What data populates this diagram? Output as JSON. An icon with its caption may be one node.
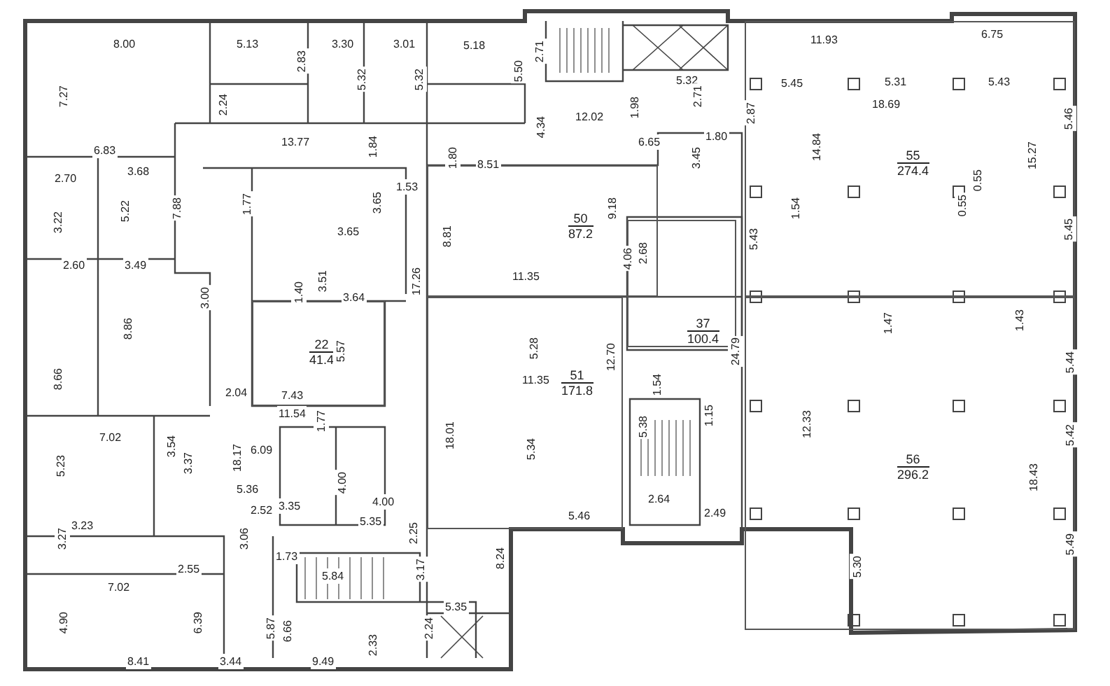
{
  "diagram": {
    "nodes": [
      {
        "text": [
          "50",
          "87.2"
        ]
      },
      {
        "text": [
          "51",
          "171.8"
        ]
      },
      {
        "text": [
          "55",
          "274.4"
        ]
      },
      {
        "text": [
          "56",
          "296.2"
        ]
      },
      {
        "text": [
          "22",
          "41.4"
        ]
      },
      {
        "text": [
          "37",
          "100.4"
        ]
      }
    ],
    "edges": [],
    "labels": [
      "8.00",
      "5.13",
      "2.83",
      "3.30",
      "3.01",
      "5.18",
      "5.32",
      "5.32",
      "5.50",
      "2.71",
      "7.27",
      "2.24",
      "12.02",
      "1.98",
      "5.32",
      "2.71",
      "4.34",
      "13.77",
      "1.84",
      "6.83",
      "1.80",
      "8.51",
      "6.65",
      "1.80",
      "3.45",
      "2.70",
      "3.68",
      "1.53",
      "7.88",
      "3.65",
      "3.65",
      "9.18",
      "8.81",
      "5.22",
      "3.22",
      "1.77",
      "4.06",
      "2.68",
      "2.60",
      "3.49",
      "3.51",
      "3.64",
      "1.40",
      "17.26",
      "11.35",
      "8.86",
      "8.66",
      "3.00",
      "5.57",
      "2.04",
      "7.43",
      "11.54",
      "1.77",
      "5.28",
      "11.35",
      "12.70",
      "24.79",
      "1.54",
      "1.15",
      "5.38",
      "7.02",
      "3.54",
      "3.37",
      "18.17",
      "6.09",
      "5.23",
      "4.00",
      "4.00",
      "5.36",
      "2.52",
      "3.35",
      "5.35",
      "5.34",
      "18.01",
      "3.23",
      "3.27",
      "3.06",
      "2.25",
      "2.55",
      "1.73",
      "3.17",
      "2.64",
      "5.46",
      "2.49",
      "8.24",
      "5.84",
      "7.02",
      "4.90",
      "6.39",
      "5.87",
      "6.66",
      "5.35",
      "2.24",
      "2.33",
      "8.41",
      "3.44",
      "9.49",
      "11.93",
      "6.75",
      "5.45",
      "5.31",
      "5.43",
      "18.69",
      "2.87",
      "14.84",
      "15.27",
      "5.46",
      "0.55",
      "1.54",
      "0.55",
      "5.43",
      "5.45",
      "1.47",
      "1.43",
      "5.44",
      "12.33",
      "5.42",
      "18.43",
      "5.49",
      "5.30"
    ]
  }
}
